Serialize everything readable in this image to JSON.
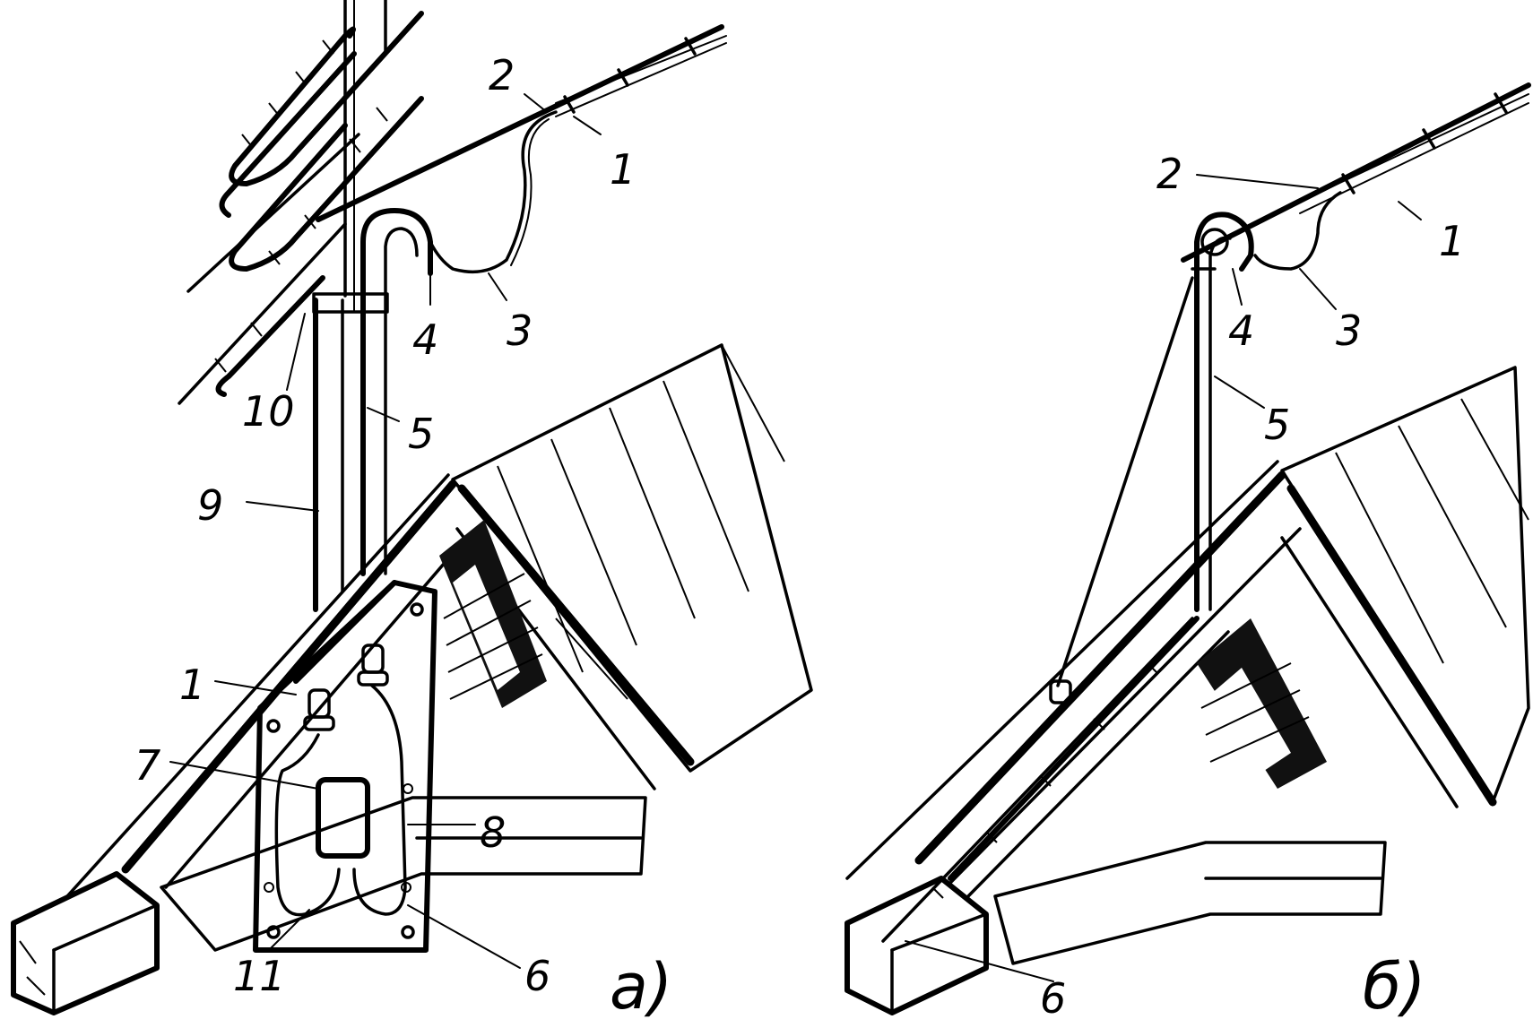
{
  "panel_a": {
    "caption": "а)",
    "callouts": [
      "1",
      "2",
      "3",
      "4",
      "5",
      "9",
      "10",
      "1",
      "7",
      "8",
      "11",
      "6"
    ]
  },
  "panel_b": {
    "caption": "б)",
    "callouts": [
      "2",
      "1",
      "4",
      "3",
      "5",
      "6"
    ]
  }
}
